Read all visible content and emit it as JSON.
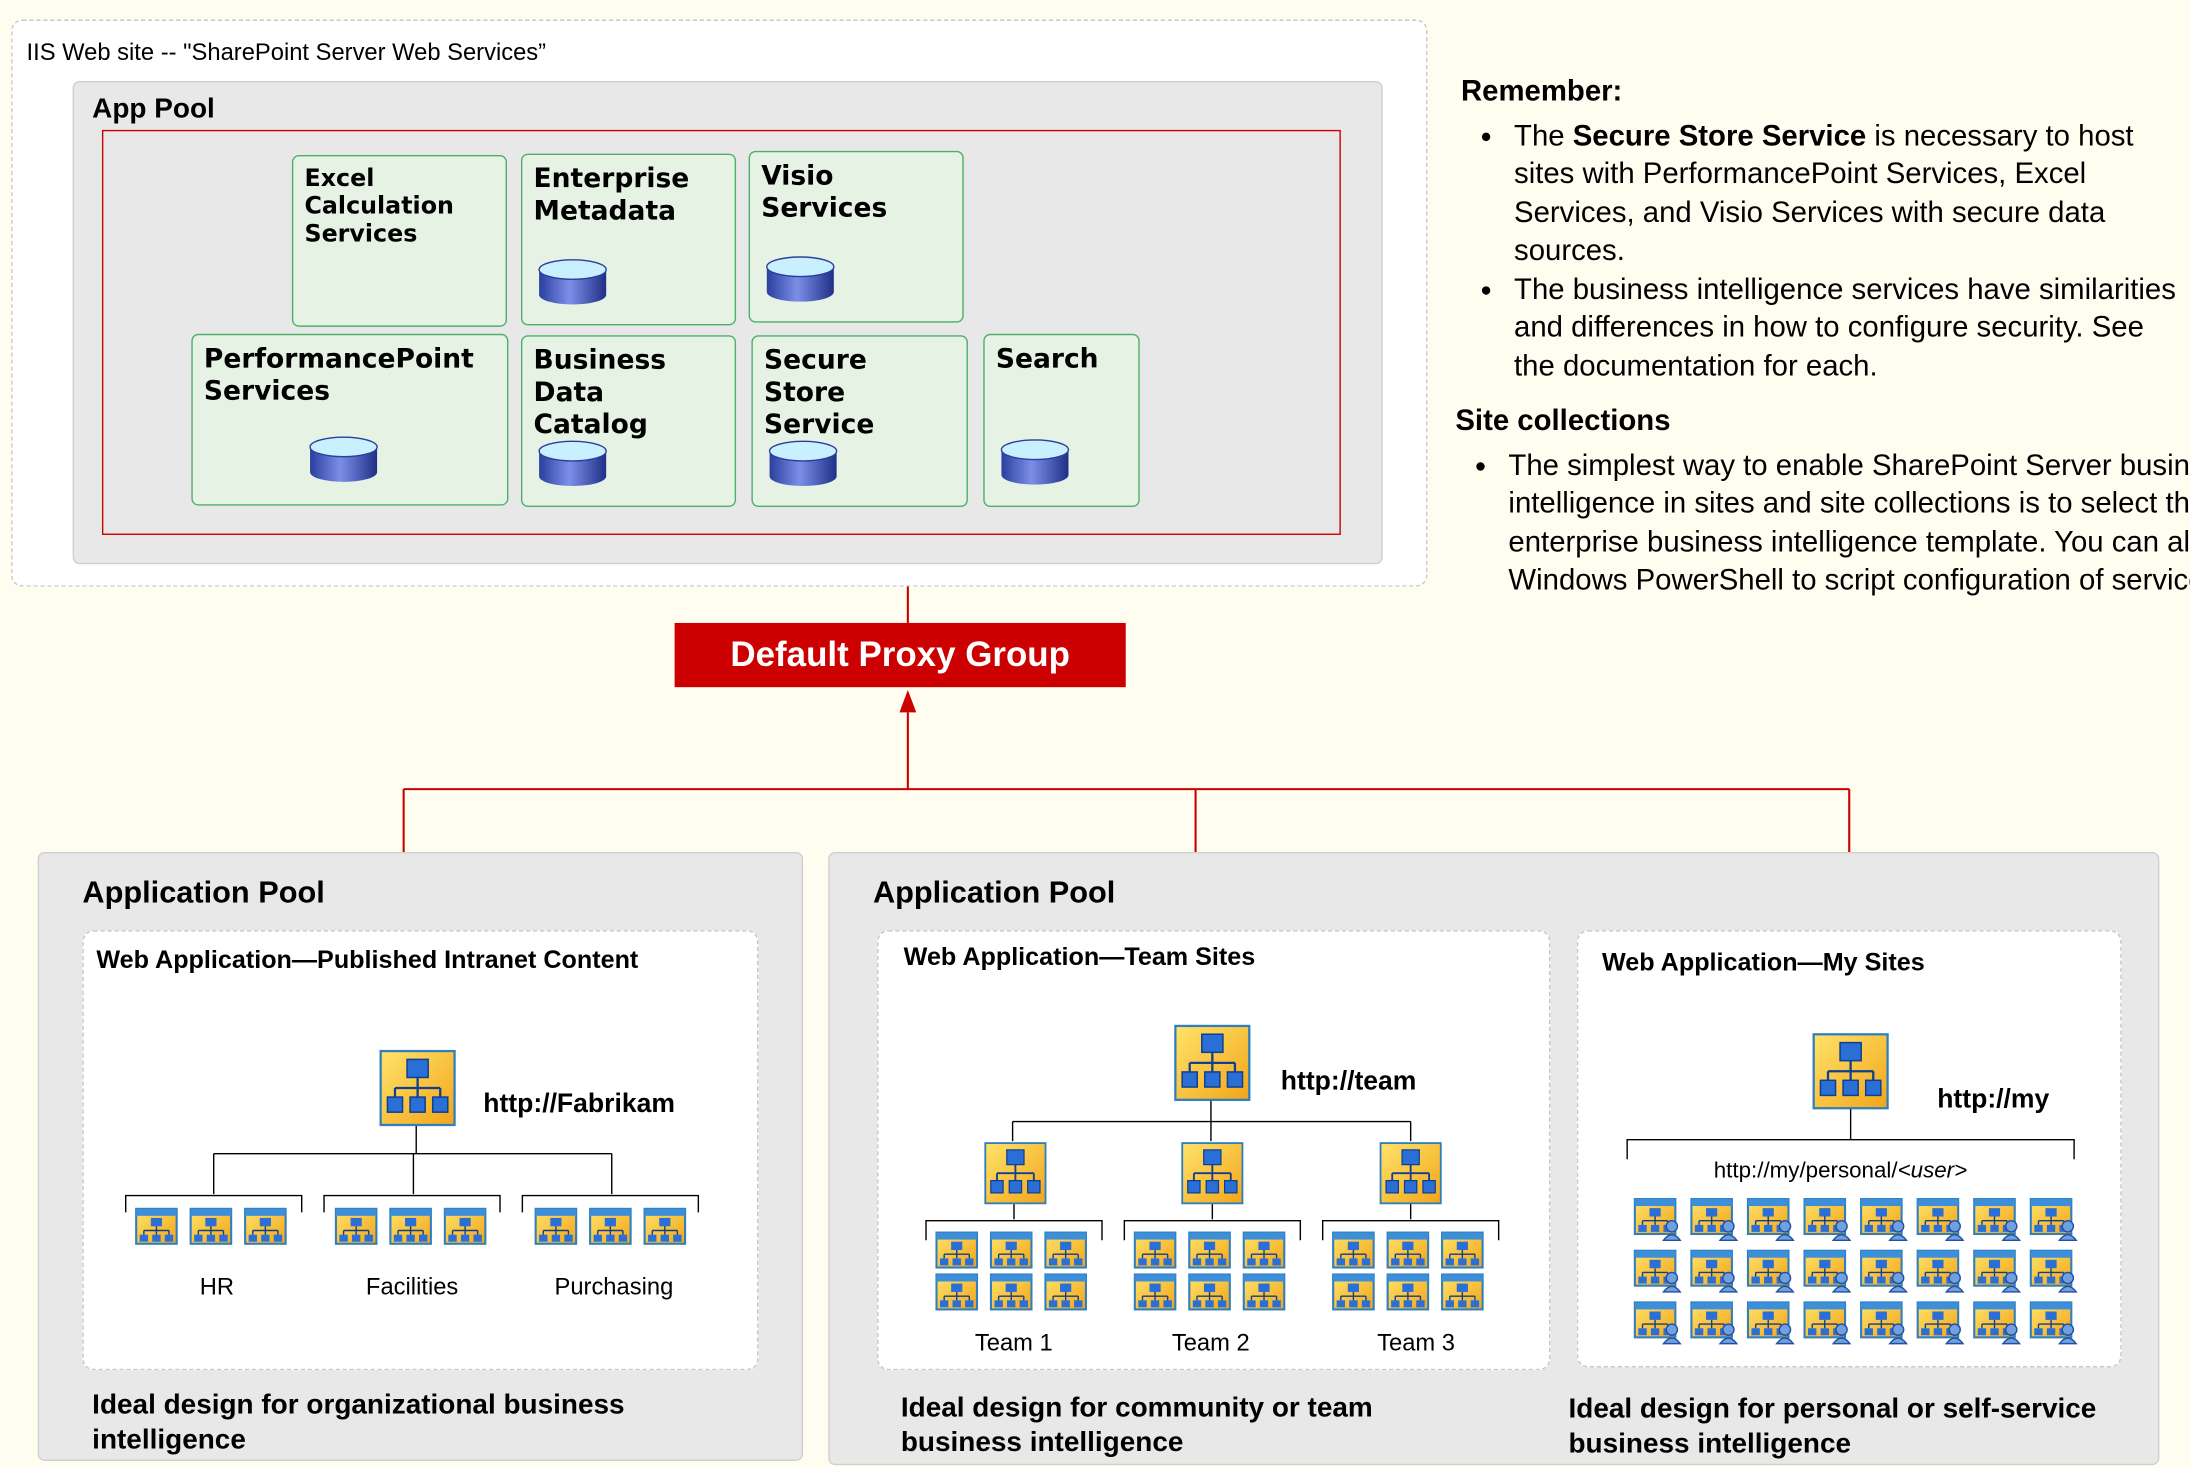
{
  "iis_label": "IIS Web site -- \"SharePoint Server Web Services”",
  "app_pool_label": "App Pool",
  "services": {
    "excel": "Excel Calculation Services",
    "metadata": "Enterprise Metadata",
    "visio": "Visio Services",
    "performancepoint": "PerformancePoint Services",
    "bdc": "Business Data Catalog",
    "securestore": "Secure Store Service",
    "search": "Search"
  },
  "proxy_group": "Default Proxy Group",
  "notes": {
    "remember_heading": "Remember:",
    "bullet1_pre": "The ",
    "bullet1_bold": "Secure Store Service",
    "bullet1_post": " is necessary to host sites with PerformancePoint Services, Excel Services, and Visio Services with secure data sources.",
    "bullet2": "The business intelligence services have similarities and differences in how to configure security. See the documentation for each.",
    "sites_heading": "Site collections",
    "bullet3": "The simplest way to enable SharePoint Server business intelligence in sites and site collections is to select the enterprise business intelligence template. You can also use Windows PowerShell to script configuration of services."
  },
  "pool_left": {
    "label": "Application Pool",
    "webapp": "Web Application—Published Intranet Content",
    "url": "http://Fabrikam",
    "groups": [
      "HR",
      "Facilities",
      "Purchasing"
    ],
    "ideal": "Ideal design for organizational business intelligence"
  },
  "pool_right": {
    "label": "Application Pool",
    "team": {
      "webapp": "Web Application—Team Sites",
      "url": "http://team",
      "groups": [
        "Team 1",
        "Team 2",
        "Team 3"
      ],
      "ideal": "Ideal design for community or team business intelligence"
    },
    "my": {
      "webapp": "Web Application—My Sites",
      "url": "http://my",
      "personal_prefix": "http://my/personal/",
      "personal_user": "<user>",
      "ideal": "Ideal design for personal or self-service business intelligence"
    }
  },
  "colors": {
    "red": "#cc0000",
    "service_fill": "#e6f2e4",
    "service_border": "#4caf6a",
    "page_bg": "#fffcf0"
  },
  "icons": [
    "database-icon",
    "site-hierarchy-icon",
    "user-site-icon"
  ]
}
